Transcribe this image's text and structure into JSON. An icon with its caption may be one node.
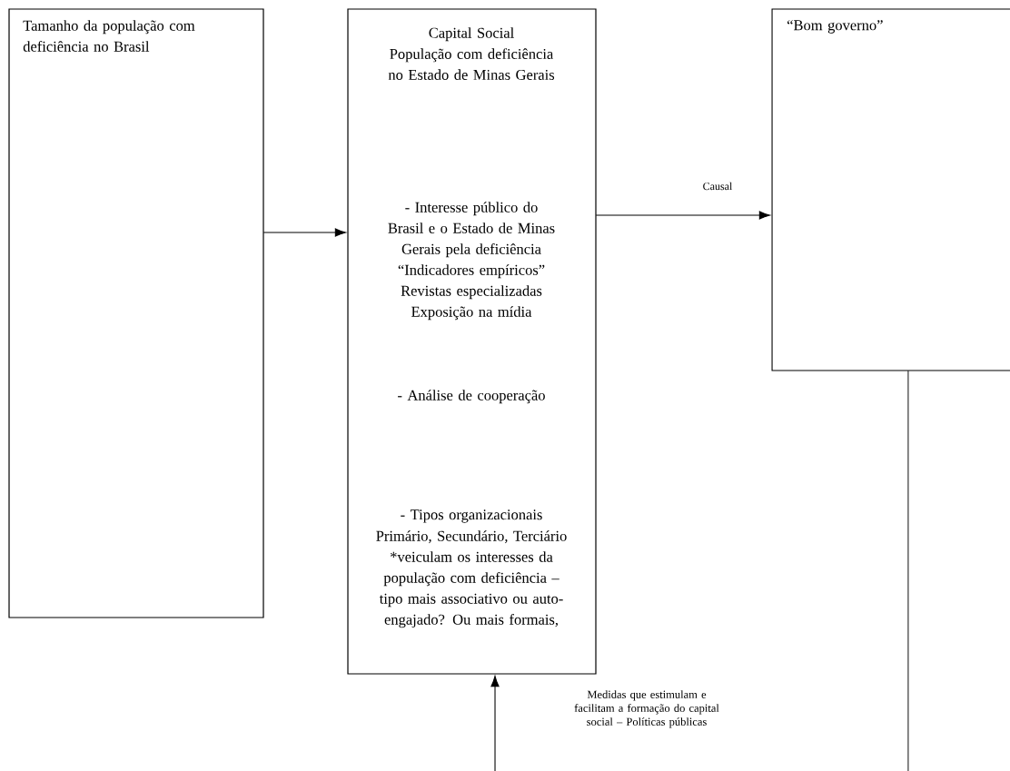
{
  "diagram": {
    "nodes": [
      {
        "text": [
          "Tamanho da população com deficiência no Brasil"
        ]
      },
      {
        "text": [
          "Capital Social",
          "População com deficiência no Estado de Minas Gerais",
          "- Interesse público do Brasil e o Estado de Minas Gerais pela deficiência",
          "“Indicadores empíricos”",
          "Revistas especializadas",
          "Exposição na mídia",
          "- Análise de cooperação",
          "-  Tipos organizacionais",
          "Primário, Secundário, Terciário",
          "*veiculam os interesses da população com deficiência – tipo mais associativo ou auto-engajado? Ou mais formais,"
        ]
      },
      {
        "text": [
          "“Bom governo”"
        ]
      }
    ],
    "edges": [
      {
        "from": 0,
        "to": 1,
        "arrow": "to"
      },
      {
        "from": 1,
        "to": 2,
        "arrow": "to",
        "label": "Causal"
      },
      {
        "from": 2,
        "to": null,
        "arrow": "none"
      },
      {
        "from": null,
        "to": 1,
        "arrow": "to"
      }
    ],
    "labels": [
      "Medidas que estimulam e facilitam a formação do capital social – Políticas públicas"
    ]
  }
}
